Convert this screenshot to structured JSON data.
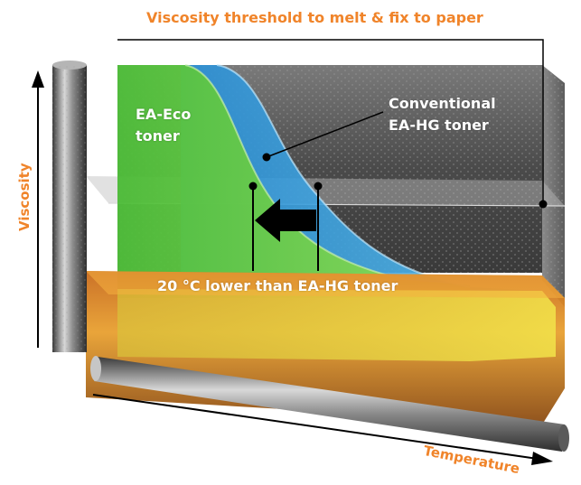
{
  "title": "Viscosity threshold to melt & fix to paper",
  "eco_label": [
    "EA-Eco",
    "toner"
  ],
  "conventional_label": [
    "Conventional",
    "EA-HG toner"
  ],
  "difference_label": "20 °C lower than EA-HG toner",
  "y_axis_label": "Viscosity",
  "x_axis_label": "Temperature",
  "colors": {
    "accent": "#f0842a",
    "eco": "#5fc43a",
    "hg": "#2d9de0",
    "box": "#6b6b6b",
    "base": "#e87a1a"
  },
  "icons": [
    "left-arrow-icon",
    "roller-icon"
  ]
}
